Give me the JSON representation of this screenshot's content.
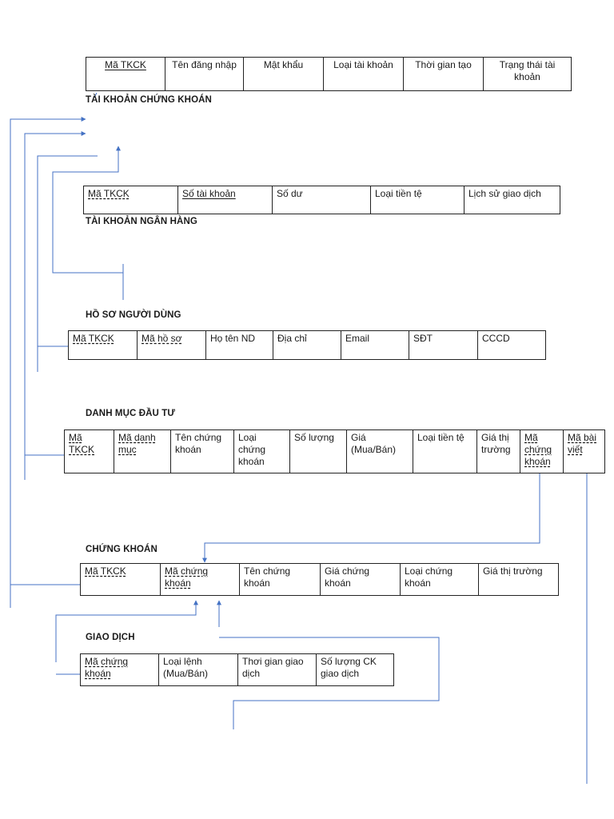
{
  "tables": {
    "tkck": {
      "title": "TÀI KHOẢN CHỨNG KHOÁN",
      "columns": [
        "Mã TKCK",
        "Tên đăng nhập",
        "Mật khẩu",
        "Loại tài khoản",
        "Thời gian tạo",
        "Trạng thái tài khoản"
      ]
    },
    "nganhang": {
      "title": "TÀI KHOẢN NGÂN HÀNG",
      "columns": [
        "Mã TKCK",
        "Số tài khoản",
        "Số dư",
        "Loại tiền tệ",
        "Lịch sử giao dịch"
      ]
    },
    "hoso": {
      "title": "HỒ SƠ NGƯỜI DÙNG",
      "columns": [
        "Mã TKCK",
        "Mã hồ sơ",
        "Họ tên ND",
        "Địa chỉ",
        "Email",
        "SĐT",
        "CCCD"
      ]
    },
    "danhmuc": {
      "title": "DANH MỤC ĐẦU TƯ",
      "columns": [
        "Mã TKCK",
        "Mã danh mục",
        "Tên chứng khoán",
        "Loại chứng khoán",
        "Số lượng",
        "Giá (Mua/Bán)",
        "Loại tiền tệ",
        "Giá thị trường",
        "Mã chứng khoán",
        "Mã bài viết"
      ]
    },
    "chungkhoan": {
      "title": "CHỨNG KHOÁN",
      "columns": [
        "Mã TKCK",
        "Mã chứng khoán",
        "Tên chứng khoán",
        "Giá chứng khoán",
        "Loại chứng khoán",
        "Giá thị trường"
      ]
    },
    "giaodich": {
      "title": "GIAO DỊCH",
      "columns": [
        "Mã chứng khoán",
        "Loại lệnh (Mua/Bán)",
        "Thơi gian giao dịch",
        "Số lượng CK giao dịch"
      ]
    }
  },
  "colors": {
    "line": "#4472c4",
    "border": "#222222"
  }
}
